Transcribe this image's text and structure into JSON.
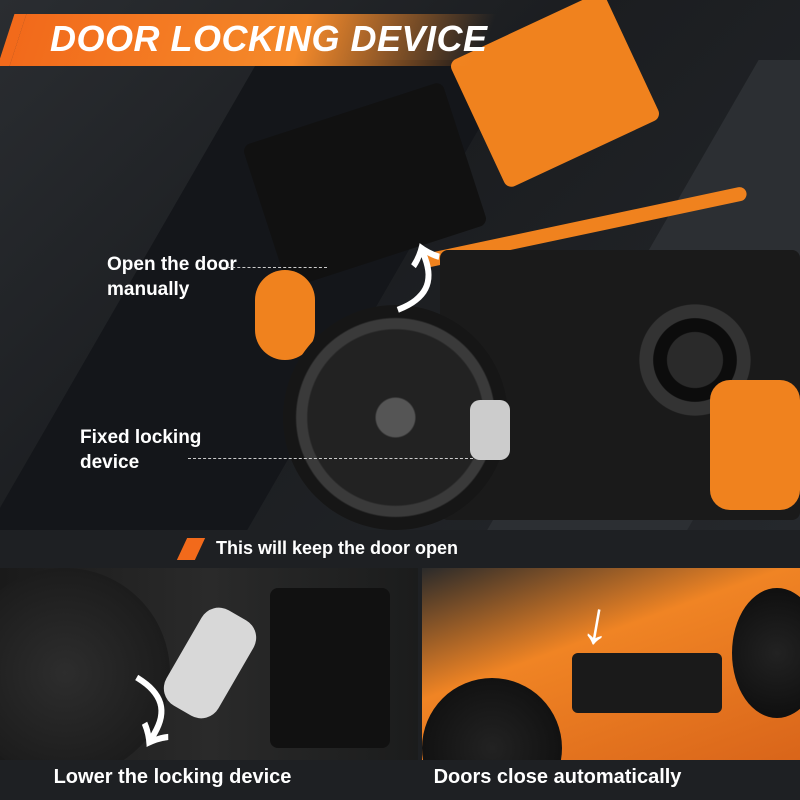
{
  "title": "DOOR LOCKING DEVICE",
  "hero": {
    "label_open": "Open the door manually",
    "label_fixed": "Fixed locking device"
  },
  "mid_caption": "This will keep the door open",
  "panels": [
    {
      "caption": "Lower the locking device"
    },
    {
      "caption": "Doors close automatically"
    }
  ],
  "colors": {
    "accent": "#f26a1b",
    "background": "#1e2023"
  }
}
